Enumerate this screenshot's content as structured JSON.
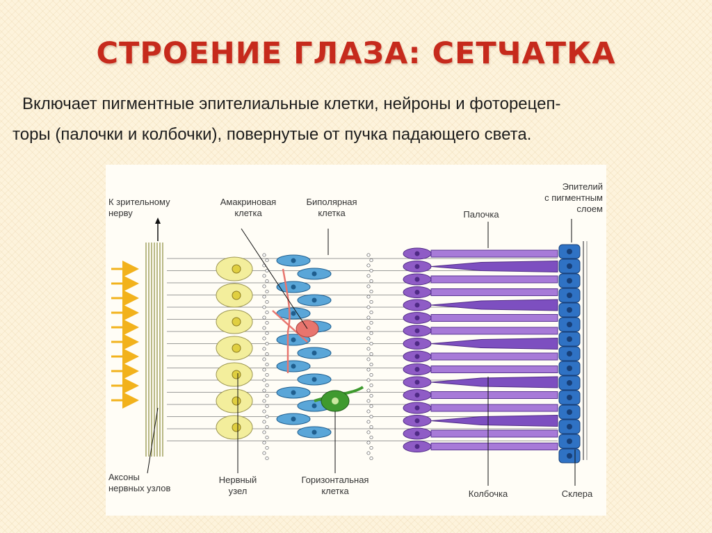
{
  "slide": {
    "title": "СТРОЕНИЕ ГЛАЗА: СЕТЧАТКА",
    "subtitle_line1": "Включает пигментные эпителиальные клетки, нейроны и фоторецеп-",
    "subtitle_line2": "торы (палочки и колбочки), повернутые от пучка падающего света."
  },
  "diagram": {
    "labels": {
      "optic_nerve": [
        "К зрительному",
        "нерву"
      ],
      "amacrine": [
        "Амакриновая",
        "клетка"
      ],
      "bipolar": [
        "Биполярная",
        "клетка"
      ],
      "rod": [
        "Палочка"
      ],
      "epithelium": [
        "Эпителий",
        "с пигментным",
        "слоем"
      ],
      "axons": [
        "Аксоны",
        "нервных узлов"
      ],
      "ganglion": [
        "Нервный",
        "узел"
      ],
      "horizontal": [
        "Горизонтальная",
        "клетка"
      ],
      "cone": [
        "Колбочка"
      ],
      "sclera": [
        "Склера"
      ]
    },
    "colors": {
      "ganglion": "#f3ee9c",
      "bipolar": "#5aa6d8",
      "amacrine": "#e8756e",
      "horizontal": "#3f9a2f",
      "photoreceptor": "#8f5cc6",
      "epithelium": "#2f72c4",
      "arrows": "#f2b21c"
    }
  }
}
